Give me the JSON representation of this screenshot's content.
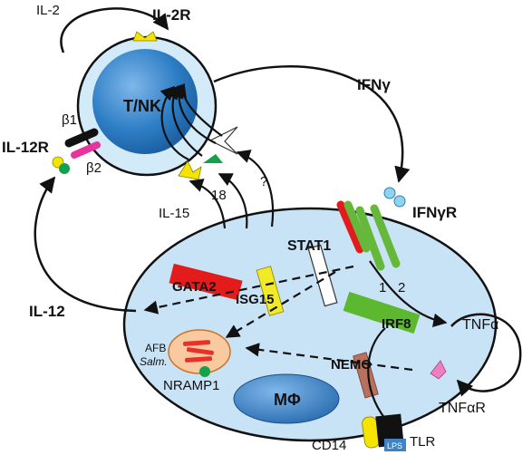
{
  "labels": {
    "il2": "IL-2",
    "il2r": "IL-2R",
    "tnk": "T/NK",
    "ifng": "IFNγ",
    "ifngr": "IFNγR",
    "beta1": "β1",
    "beta2": "β2",
    "il12r": "IL-12R",
    "il12": "IL-12",
    "il15": "IL-15",
    "n18": "18",
    "question": "?",
    "stat1": "STAT1",
    "gata2": "GATA2",
    "isg15": "ISG15",
    "one": "1",
    "two": "2",
    "irf8": "IRF8",
    "tnfa": "TNFα",
    "nemo": "NEMO",
    "tnfar": "TNFαR",
    "afb": "AFB",
    "salm": "Salm.",
    "nramp1": "NRAMP1",
    "mphi": "MΦ",
    "cd14": "CD14",
    "tlr": "TLR",
    "lps": "LPS"
  },
  "colors": {
    "cell_fill": "#c9e3f6",
    "nucleus": "#2f7fc6",
    "gata2": "#e41b1b",
    "isg15": "#f1ea26",
    "irf8": "#5cb82e",
    "nemo": "#b9705d",
    "ifngr_red": "#e21c1c",
    "ifngr_green": "#66b83a",
    "il12r_black": "#111111",
    "il12r_pink": "#e8329e",
    "ligand_yellow": "#f4e400",
    "ligand_green": "#13a14b",
    "tnfar_pink": "#f07fc0",
    "lps_box": "#3e84c5"
  }
}
